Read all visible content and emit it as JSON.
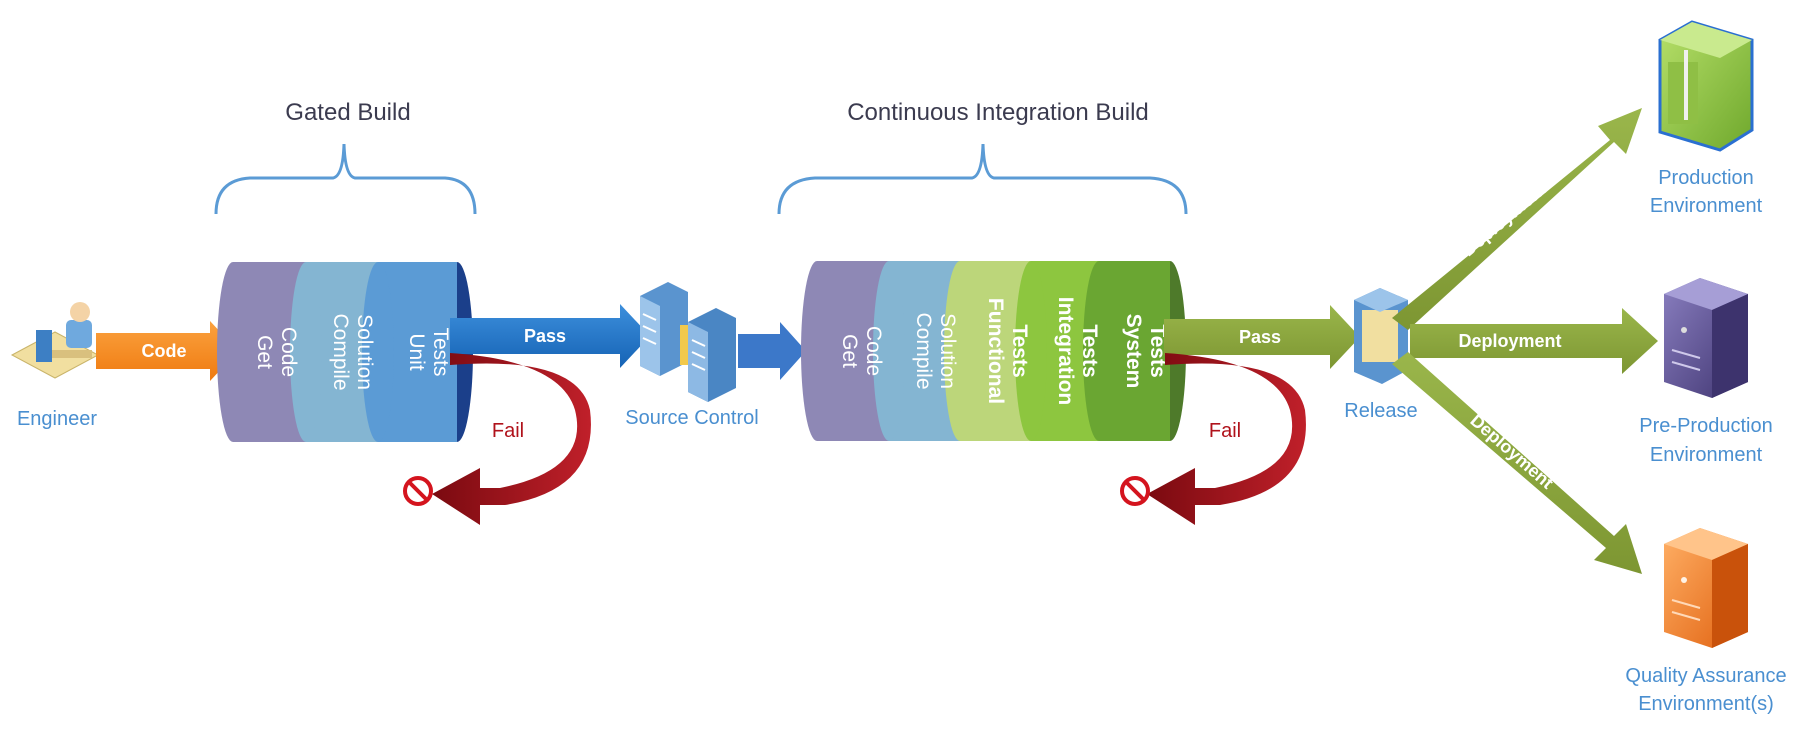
{
  "headers": {
    "gated": "Gated Build",
    "ci": "Continuous Integration Build"
  },
  "engineer": {
    "label": "Engineer",
    "code": "Code"
  },
  "gated_segments": [
    {
      "line1": "Get",
      "line2": "Code"
    },
    {
      "line1": "Compile",
      "line2": "Solution"
    },
    {
      "line1": "Unit",
      "line2": "Tests"
    }
  ],
  "ci_segments": [
    {
      "line1": "Get",
      "line2": "Code"
    },
    {
      "line1": "Compile",
      "line2": "Solution"
    },
    {
      "line1": "Functional",
      "line2": "Tests"
    },
    {
      "line1": "Integration",
      "line2": "Tests"
    },
    {
      "line1": "System",
      "line2": "Tests"
    }
  ],
  "pass_label": "Pass",
  "fail_label": "Fail",
  "source_control": "Source Control",
  "release": "Release",
  "deployment_label": "Deployment",
  "environments": [
    {
      "line1": "Production",
      "line2": "Environment",
      "color": "#8dc63f"
    },
    {
      "line1": "Pre-Production",
      "line2": "Environment",
      "color": "#5b4f8f"
    },
    {
      "line1": "Quality Assurance",
      "line2": "Environment(s)",
      "color": "#f07a24"
    }
  ],
  "colors": {
    "code_arrow": "#f68c1f",
    "pass_blue": "#1f78c8",
    "green_arrow": "#8aa43a",
    "fail_red": "#a3111a",
    "label_blue": "#4a8fd0"
  }
}
